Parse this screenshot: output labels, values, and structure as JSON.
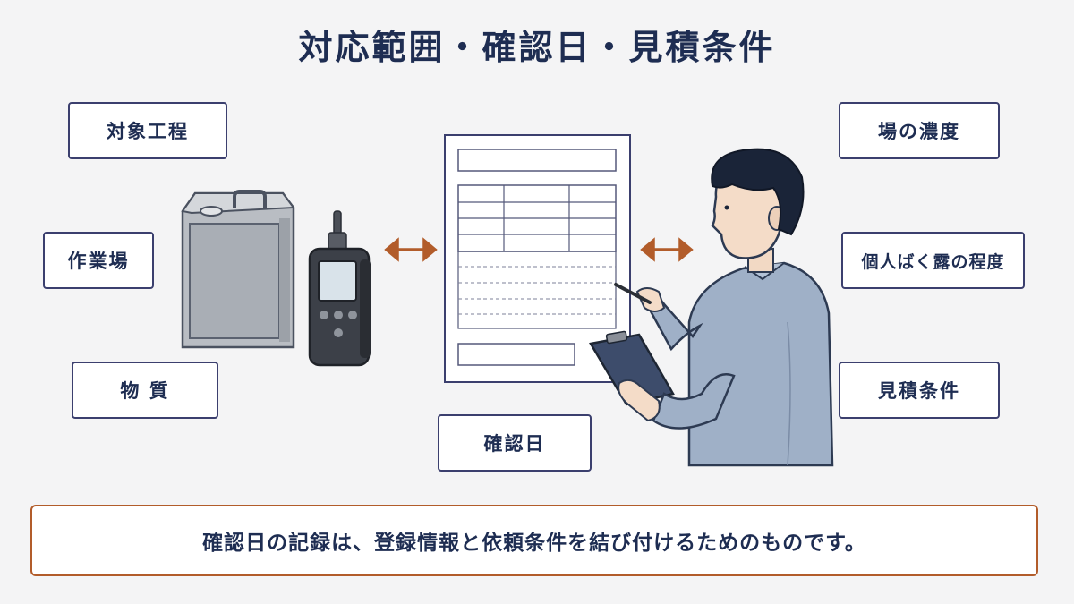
{
  "title": "対応範囲・確認日・見積条件",
  "left_labels": [
    "対象工程",
    "作業場",
    "物 質"
  ],
  "right_labels": [
    "場の濃度",
    "個人ばく露の程度",
    "見積条件"
  ],
  "center_label": "確認日",
  "note": "確認日の記録は、登録情報と依頼条件を結び付けるためのものです。",
  "colors": {
    "title": "#1e2d52",
    "box_border": "#3b3f6e",
    "arrow": "#b25c2a",
    "note_border": "#b25c2a",
    "jacket": "#9fb0c7",
    "hair": "#1a2438"
  },
  "icons": [
    "metal-can-icon",
    "gas-detector-icon",
    "form-document-icon",
    "person-clipboard-icon",
    "double-arrow-icon"
  ]
}
